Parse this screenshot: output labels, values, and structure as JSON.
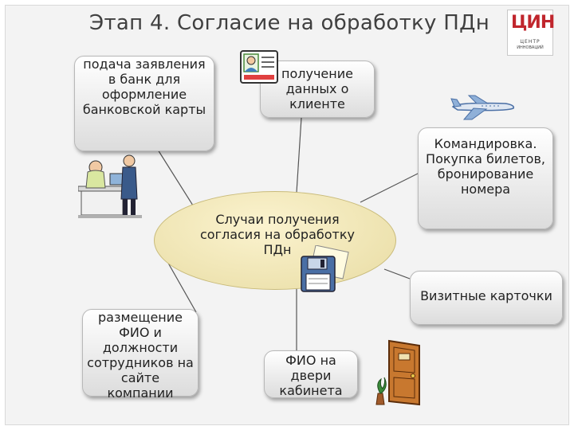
{
  "title": "Этап 4. Согласие на обработку ПДн",
  "logo": {
    "main": "ЦИН",
    "line1": "ЦЕНТР",
    "line2": "ИННОВАЦИЙ"
  },
  "center": {
    "text": "Случаи получения согласия на обработку ПДн"
  },
  "nodes": {
    "bank_card": "подача заявления в банк для оформление банковской карты",
    "client_data": "получение данных о клиенте",
    "business_trip": "Командировка. Покупка билетов, бронирование номера",
    "business_cards": "Визитные карточки",
    "website": "размещение ФИО и должности сотрудников на сайте компании",
    "door": "ФИО на двери кабинета"
  },
  "clipart": [
    "id-card-icon",
    "bank-clerk-illustration",
    "airplane-icon",
    "floppy-disk-icon",
    "door-illustration"
  ]
}
